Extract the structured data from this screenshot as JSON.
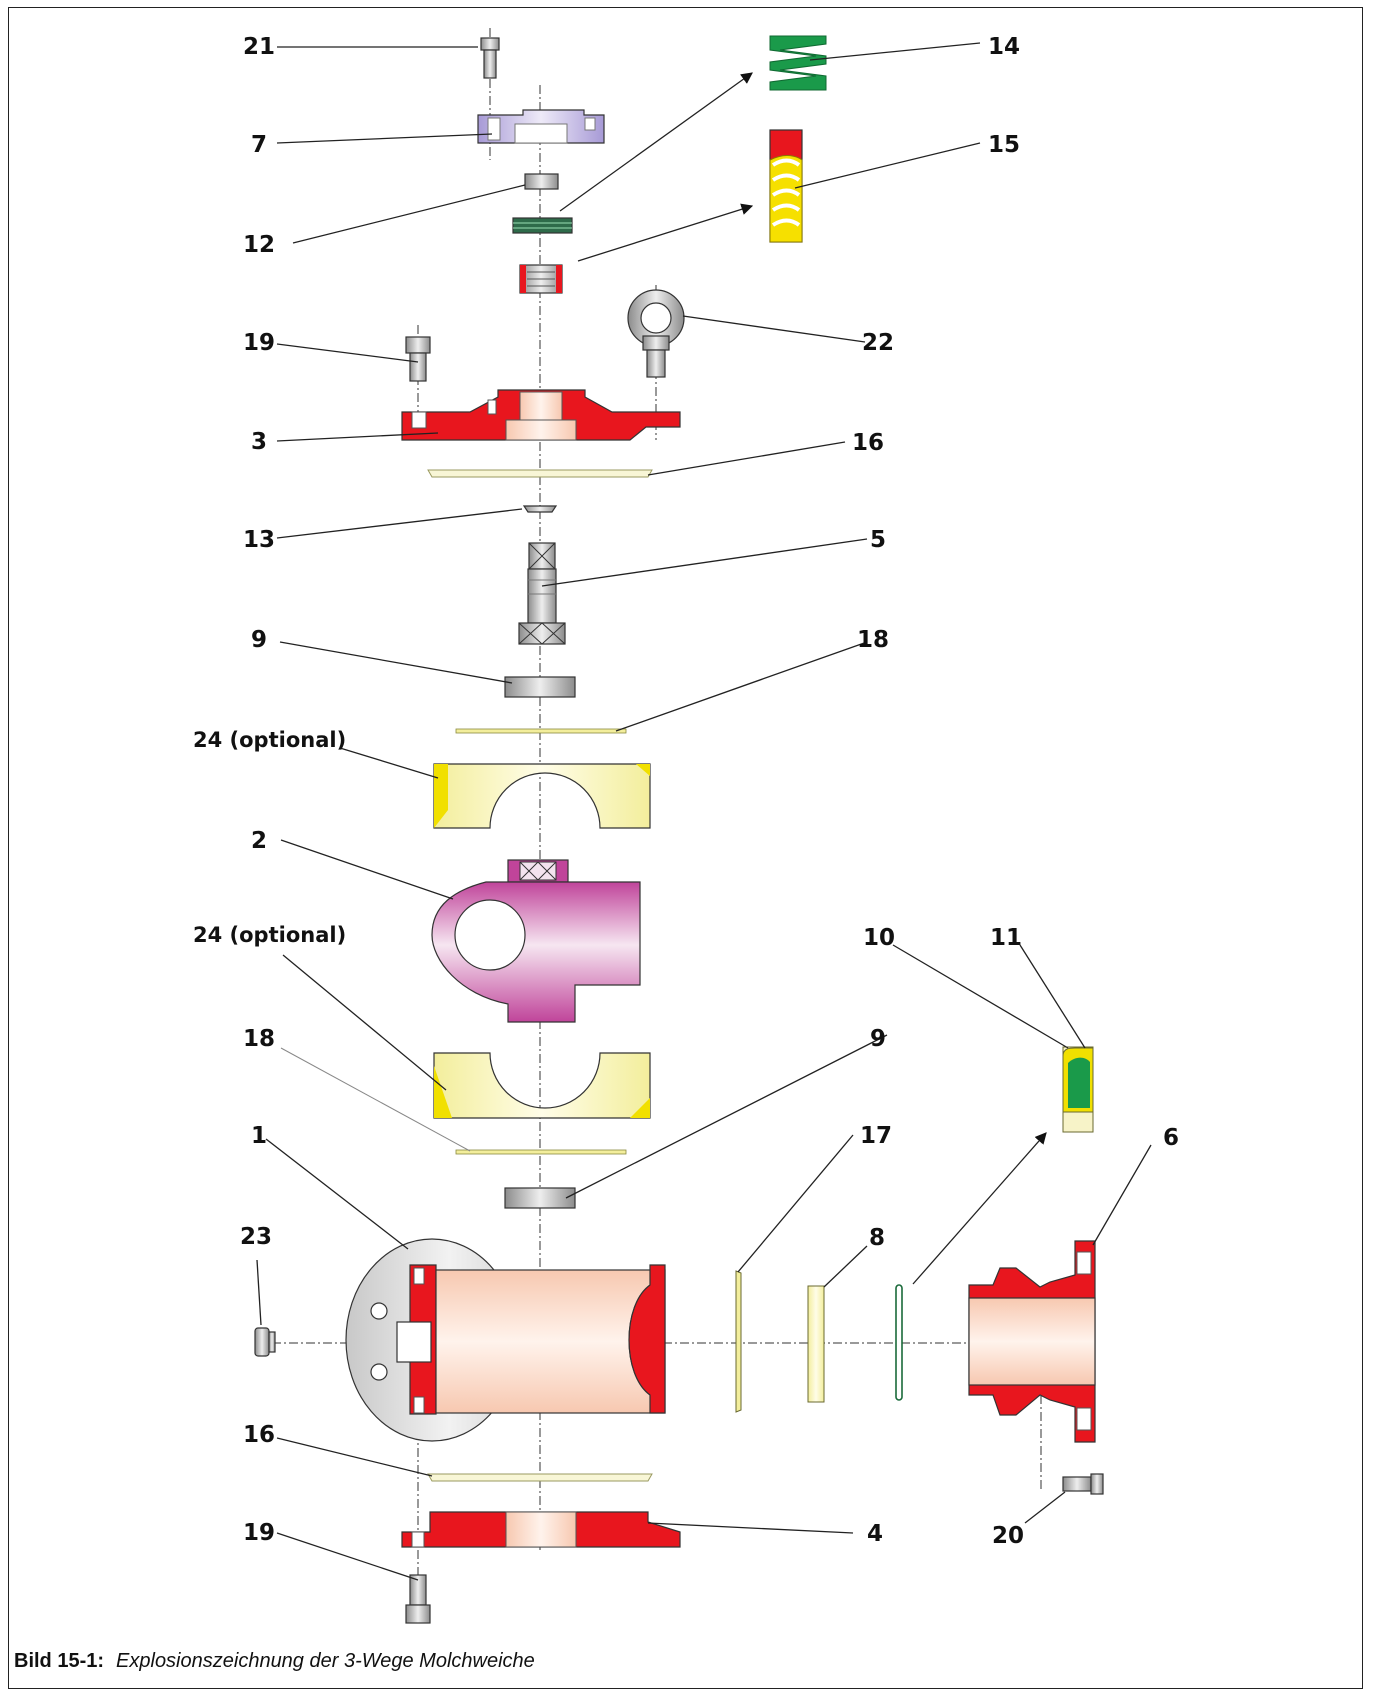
{
  "labels": {
    "p21": "21",
    "p7": "7",
    "p12": "12",
    "p14": "14",
    "p15": "15",
    "p19_top": "19",
    "p22": "22",
    "p3": "3",
    "p16_top": "16",
    "p13": "13",
    "p5": "5",
    "p9_top": "9",
    "p18_top": "18",
    "p24_top": "24 (optional)",
    "p2": "2",
    "p24_bot": "24 (optional)",
    "p10": "10",
    "p11": "11",
    "p18_bot": "18",
    "p9_bot": "9",
    "p1": "1",
    "p17": "17",
    "p6": "6",
    "p23": "23",
    "p8": "8",
    "p16_bot": "16",
    "p19_bot": "19",
    "p4": "4",
    "p20": "20"
  },
  "caption": {
    "label": "Bild 15-1:",
    "text": "Explosionszeichnung der 3-Wege Molchweiche"
  },
  "colors": {
    "housing_red": "#e8161e",
    "plug_magenta": "#c0449a",
    "spring_green": "#1a9a4a",
    "seal_yellow": "#f1e000",
    "cap_lavender": "#a79ad6",
    "steel_grey": "#b8b8b8",
    "body_pink": "#fbe3d6"
  }
}
